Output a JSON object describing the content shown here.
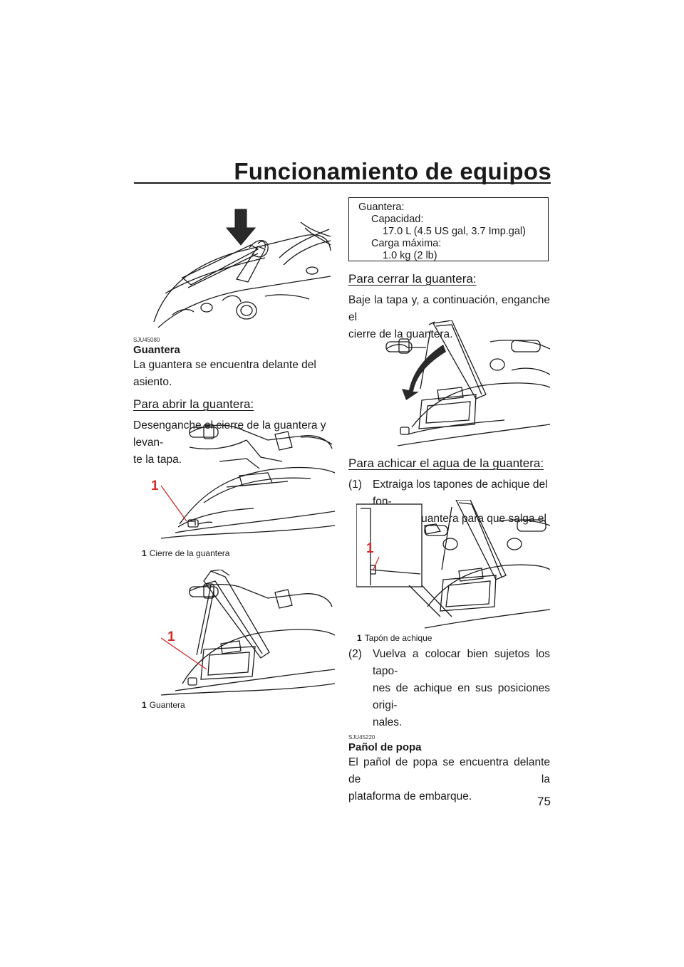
{
  "page": {
    "title": "Funcionamiento de equipos",
    "number": "75"
  },
  "left": {
    "ref_code": "SJU45080",
    "section_title": "Guantera",
    "section_text": "La guantera se encuentra delante del asiento.",
    "open_heading": "Para abrir la guantera:",
    "open_text_1": "Desenganche el cierre de la guantera y levan-",
    "open_text_2": "te la tapa.",
    "fig2_callout": "1",
    "fig2_caption_num": "1",
    "fig2_caption": "Cierre de la guantera",
    "fig3_callout": "1",
    "fig3_caption_num": "1",
    "fig3_caption": "Guantera"
  },
  "spec": {
    "label": "Guantera:",
    "capacity_label": "Capacidad:",
    "capacity_value": "17.0 L (4.5 US gal, 3.7 Imp.gal)",
    "max_load_label": "Carga máxima:",
    "max_load_value": "1.0 kg (2 lb)"
  },
  "right": {
    "close_heading": "Para cerrar la guantera:",
    "close_text_1": "Baje la tapa y, a continuación, enganche el",
    "close_text_2": "cierre de la guantera.",
    "drain_heading": "Para achicar el agua de la guantera:",
    "step1_num": "(1)",
    "step1_line1": "Extraiga los tapones de achique del fon-",
    "step1_line2": "do de la guantera para que salga el agua.",
    "fig5_callout": "1",
    "fig5_caption_num": "1",
    "fig5_caption": "Tapón de achique",
    "step2_num": "(2)",
    "step2_line1": "Vuelva a colocar bien sujetos los tapo-",
    "step2_line2": "nes de achique en sus posiciones origi-",
    "step2_line3": "nales.",
    "ref_code_2": "SJU45220",
    "section2_title": "Pañol de popa",
    "section2_text_1": "El pañol de popa se encuentra delante de la",
    "section2_text_2": "plataforma de embarque."
  }
}
